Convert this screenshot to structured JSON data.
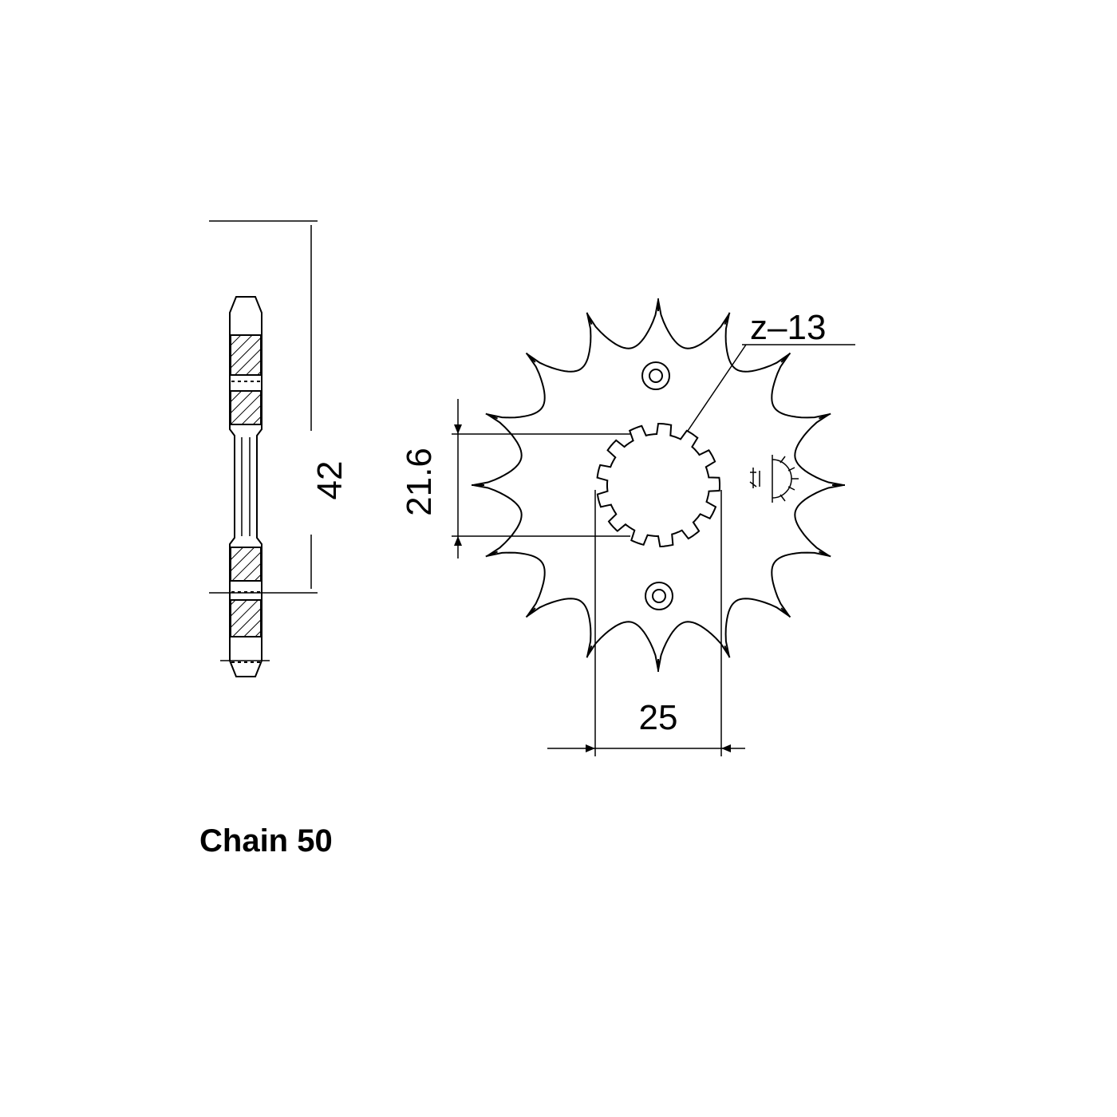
{
  "side_view": {
    "dimension_label": "42"
  },
  "front_view": {
    "teeth": 16,
    "teeth_label": "z–13",
    "spline_bore_label": "21.6",
    "hub_width_label": "25",
    "mark_icon": "manufacturer-sun-mark"
  },
  "caption": {
    "text": "Chain 50"
  }
}
